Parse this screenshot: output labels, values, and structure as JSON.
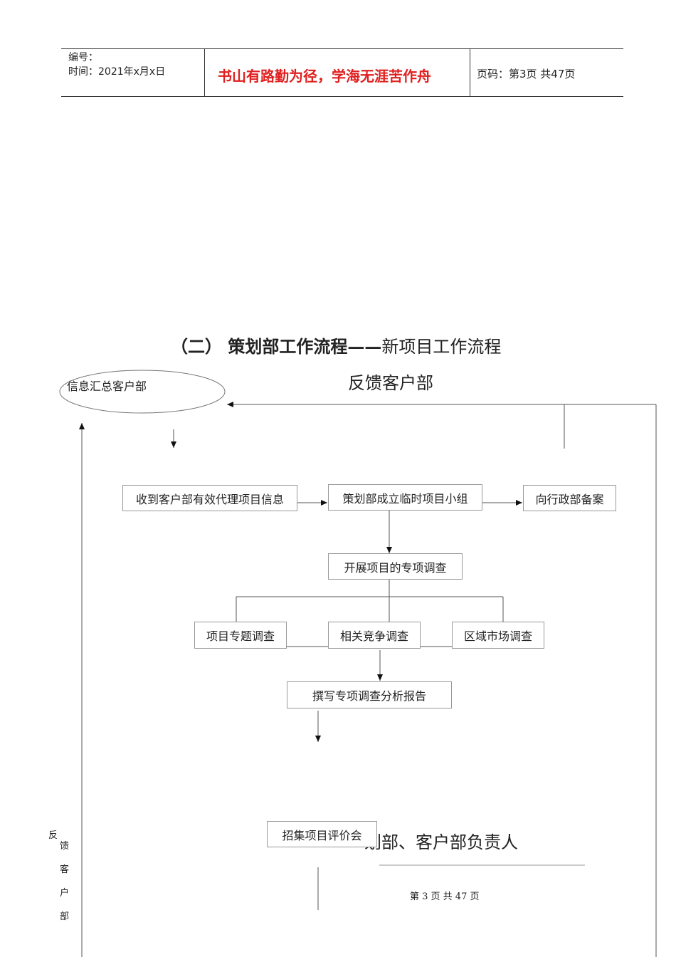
{
  "header": {
    "number_label": "编号：",
    "time_label": "时间：2021年x月x日",
    "motto": "书山有路勤为径，学海无涯苦作舟",
    "page_label": "页码：第3页 共47页"
  },
  "title": {
    "bold_part": "（二） 策划部工作流程——",
    "normal_part": "新项目工作流程"
  },
  "flow": {
    "ellipse_label": "信息汇总客户部",
    "feedback_top": "反馈客户部",
    "receive": "收到客户部有效代理项目信息",
    "setup_team": "策划部成立临时项目小组",
    "filing": "向行政部备案",
    "survey": "开展项目的专项调查",
    "topic_survey": "项目专题调查",
    "competition_survey": "相关竞争调查",
    "market_survey": "区域市场调查",
    "report": "撰写专项调查分析报告",
    "meeting": "招集项目评价会",
    "responsible": "划部、客户部负责人",
    "feedback_left": [
      "反",
      "馈",
      "客",
      "户",
      "部"
    ]
  },
  "footer": {
    "page_text": "第 3 页 共 47 页"
  },
  "colors": {
    "motto": "#e02020",
    "line": "#555555"
  }
}
